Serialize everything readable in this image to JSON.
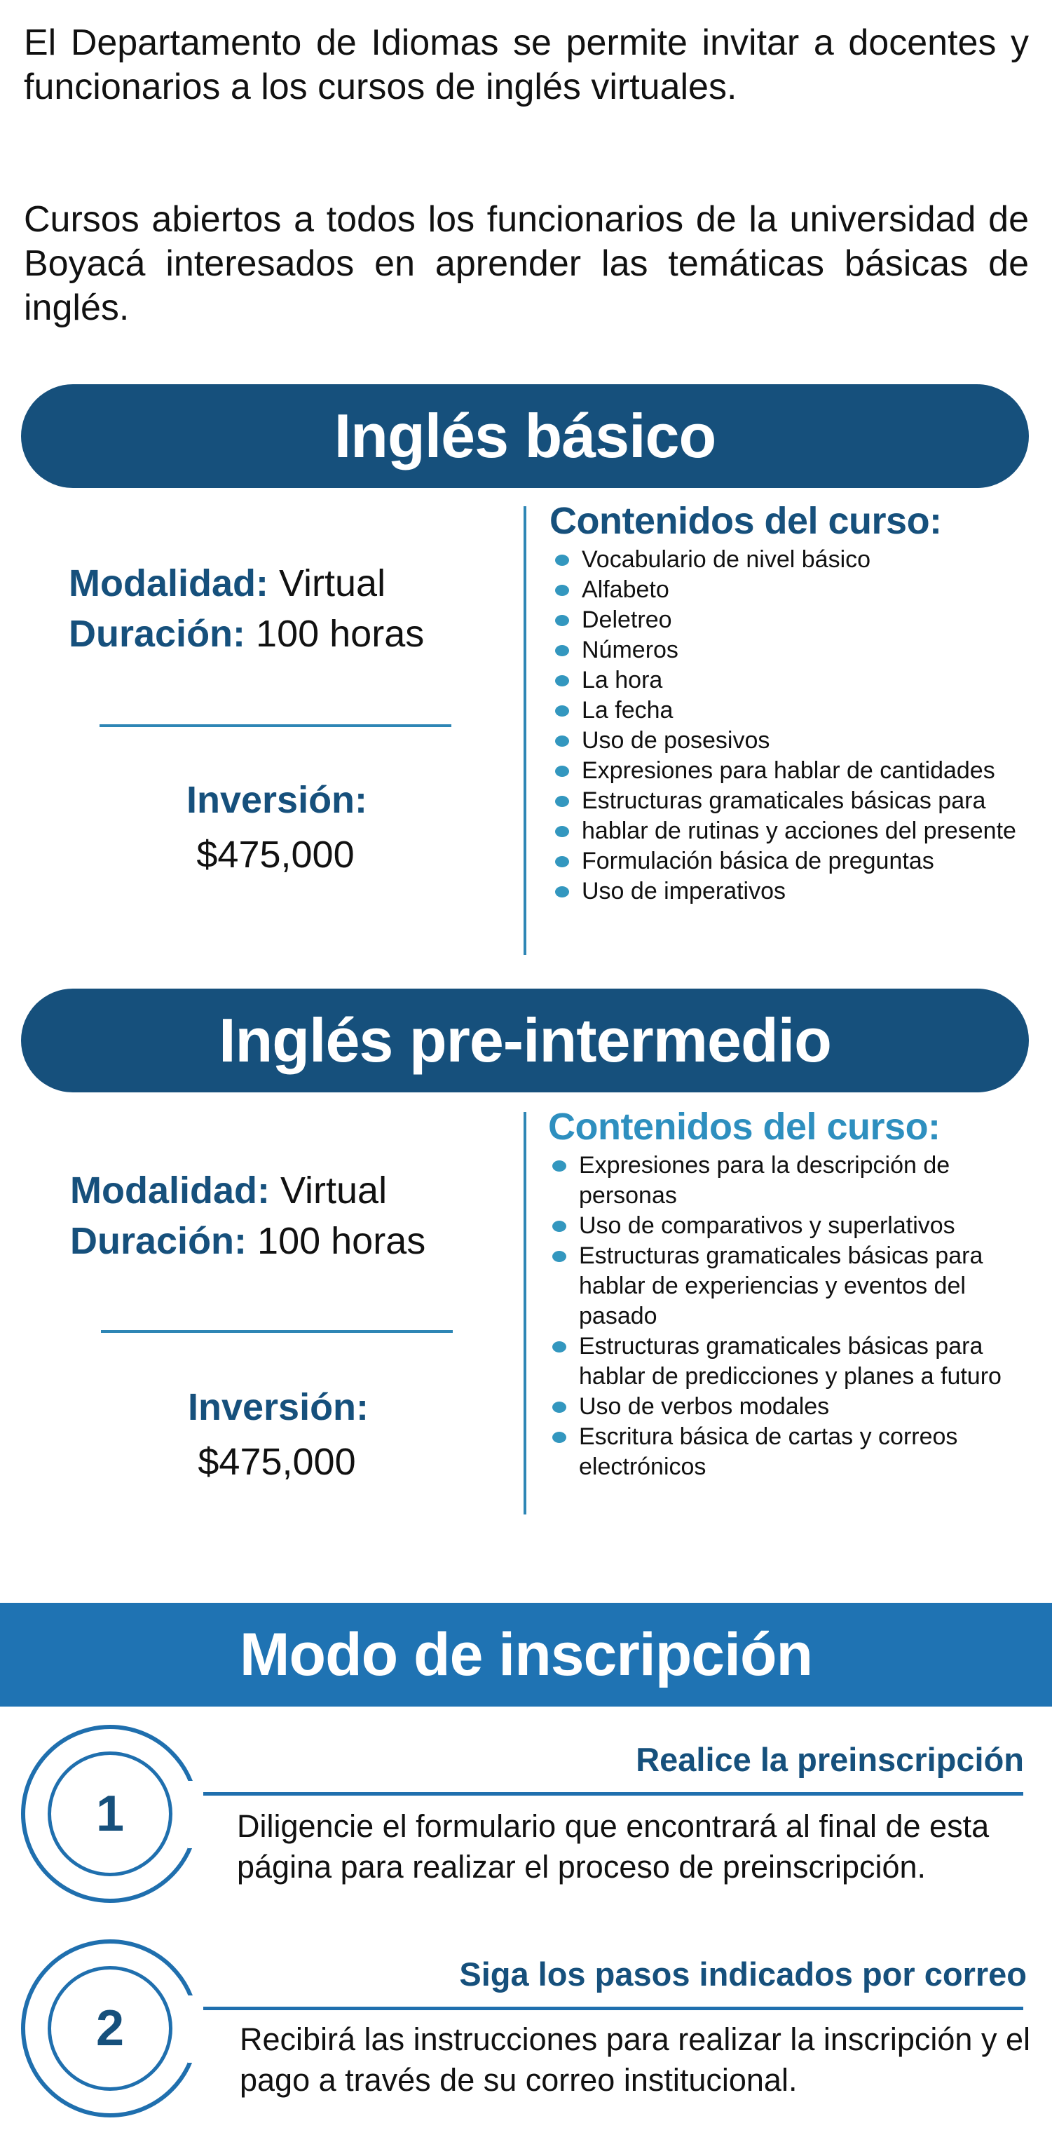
{
  "intro": {
    "p1": "El Departamento de Idiomas se permite invitar a docentes y funcionarios a los cursos de inglés virtuales.",
    "p2": "Cursos abiertos a todos los funcionarios de la universidad de Boyacá interesados en aprender las temáticas básicas de inglés."
  },
  "courses": [
    {
      "title": "Inglés básico",
      "modalidad_label": "Modalidad:",
      "modalidad": "Virtual",
      "duracion_label": "Duración:",
      "duracion": "100 horas",
      "inversion_label": "Inversión:",
      "inversion": "$475,000",
      "contenidos_title": "Contenidos del curso:",
      "contenidos": [
        "Vocabulario de nivel básico",
        "Alfabeto",
        "Deletreo",
        "Números",
        "La hora",
        "La fecha",
        "Uso de posesivos",
        "Expresiones para hablar de cantidades",
        "Estructuras gramaticales básicas para",
        "hablar de rutinas y acciones del presente",
        "Formulación básica de preguntas",
        "Uso de imperativos"
      ]
    },
    {
      "title": "Inglés pre-intermedio",
      "modalidad_label": "Modalidad:",
      "modalidad": "Virtual",
      "duracion_label": "Duración:",
      "duracion": "100 horas",
      "inversion_label": "Inversión:",
      "inversion": "$475,000",
      "contenidos_title": "Contenidos del curso:",
      "contenidos": [
        "Expresiones para la descripción de personas",
        "Uso de comparativos y superlativos",
        "Estructuras gramaticales básicas para hablar de experiencias y eventos del pasado",
        "Estructuras gramaticales básicas para hablar de predicciones y planes a futuro",
        "Uso de verbos modales",
        "Escritura básica de cartas y correos electrónicos"
      ]
    }
  ],
  "inscripcion": {
    "title": "Modo de inscripción",
    "steps": [
      {
        "number": "1",
        "title": "Realice la preinscripción",
        "desc": "Diligencie el formulario que encontrará al final de esta página para realizar el proceso de preinscripción."
      },
      {
        "number": "2",
        "title": "Siga los pasos indicados por correo",
        "desc": "Recibirá las instrucciones para realizar la inscripción y el pago a través de su correo institucional."
      }
    ]
  },
  "colors": {
    "navy": "#16507c",
    "blue": "#1f73b3",
    "accent": "#3397bf",
    "contenidos_title_1": "#16507c",
    "contenidos_title_2": "#2e8fbf"
  }
}
